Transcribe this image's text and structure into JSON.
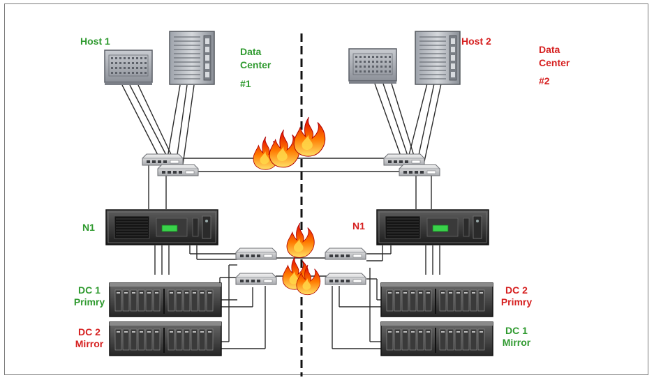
{
  "colors": {
    "dc1_label": "#2f9a2f",
    "dc2_label": "#d62020",
    "wire": "#2a2a2a",
    "divider": "#111111",
    "fire": "#ff3b00"
  },
  "labels": {
    "host1": "Host 1",
    "host2": "Host 2",
    "dc1_title": "Data",
    "dc1_title2": "Center",
    "dc1_num": "#1",
    "dc2_title": "Data",
    "dc2_title2": "Center",
    "dc2_num": "#2",
    "n1_left": "N1",
    "n1_right": "N1",
    "left_primary_1": "DC 1",
    "left_primary_2": "Primry",
    "left_mirror_1": "DC 2",
    "left_mirror_2": "Mirror",
    "right_primary_1": "DC 2",
    "right_primary_2": "Primry",
    "right_mirror_1": "DC 1",
    "right_mirror_2": "Mirror"
  },
  "icons": {
    "host": "server-tower-icon",
    "switch": "network-switch-icon",
    "server": "rack-server-icon",
    "storage": "disk-array-icon",
    "fire": "firewall-fire-icon"
  }
}
